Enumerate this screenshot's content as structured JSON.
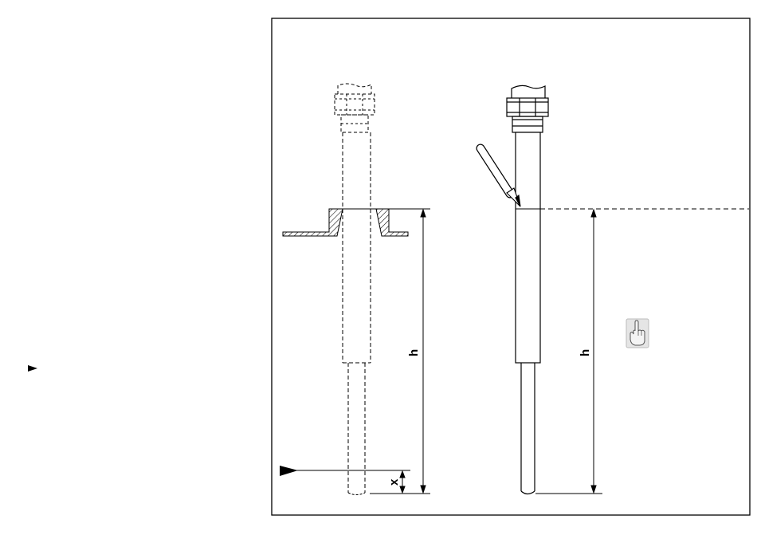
{
  "diagram": {
    "left_dimension_label": "h",
    "right_dimension_label": "h",
    "offset_label": "x",
    "margin_pointer_icon": "pointer-arrow-icon",
    "hand_icon": "pointing-hand-icon",
    "pencil_icon": "pencil-icon"
  }
}
